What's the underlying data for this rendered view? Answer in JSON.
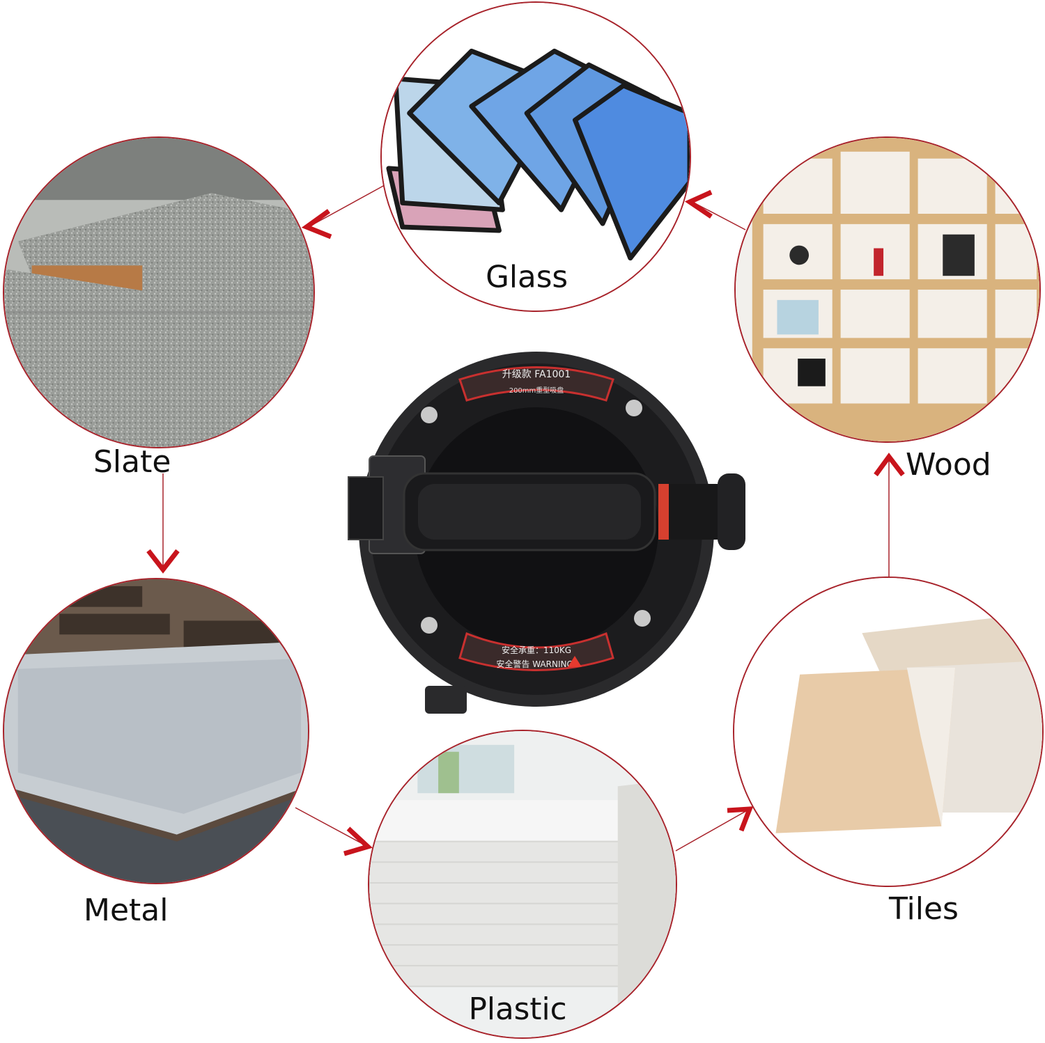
{
  "materials": {
    "glass": {
      "label": "Glass"
    },
    "wood": {
      "label": "Wood"
    },
    "slate": {
      "label": "Slate"
    },
    "metal": {
      "label": "Metal"
    },
    "plastic": {
      "label": "Plastic"
    },
    "tiles": {
      "label": "Tiles"
    }
  },
  "product": {
    "model_text": "升级款 FA1001",
    "size_text": "200mm重型吸盘",
    "warning_text": "安全警告 WARNING!",
    "load_text": "安全承重：110KG"
  },
  "colors": {
    "accent": "#a8232b",
    "arrow": "#b01e25"
  },
  "icons": [
    "arrow-head-icon",
    "warning-triangle-icon"
  ]
}
